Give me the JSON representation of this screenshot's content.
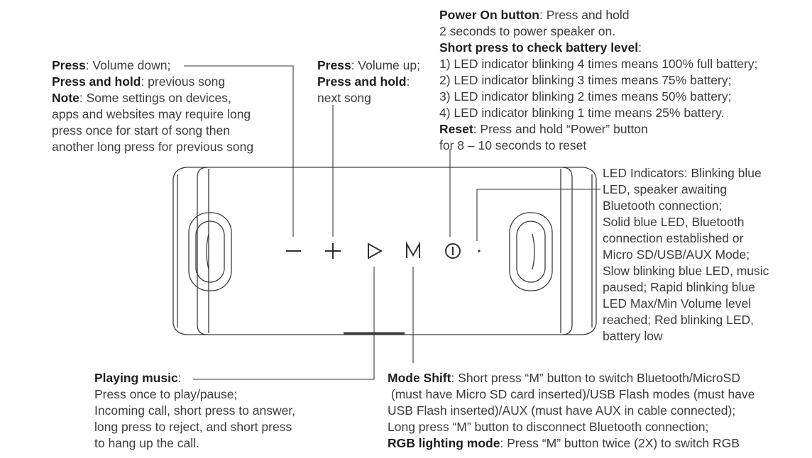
{
  "volume_down": {
    "press_label": "Press",
    "press_text": ": Volume down;",
    "hold_label": "Press and hold",
    "hold_text": ": previous song",
    "note_label": "Note",
    "note_text": ": Some settings on devices,",
    "note_lines": [
      "apps and websites may require long",
      "press once for start of song then",
      "another long press for previous song"
    ]
  },
  "volume_up": {
    "press_label": "Press",
    "press_text": ": Volume up;",
    "hold_label": "Press and hold",
    "hold_text": ":",
    "hold_line2": "next song"
  },
  "power": {
    "title": "Power On button",
    "title_text": ":  Press and hold",
    "line2": "2 seconds to power speaker on.",
    "battery_title": "Short press to check battery level",
    "battery_title_text": ":",
    "battery_lines": [
      "1) LED indicator blinking 4 times means 100% full battery;",
      "2) LED indicator blinking 3 times means 75% battery;",
      "3) LED indicator blinking 2 times means 50% battery;",
      "4) LED indicator blinking 1 time means 25% battery."
    ],
    "reset_label": "Reset",
    "reset_text": ": Press and hold “Power” button",
    "reset_line2": "for 8 – 10 seconds to reset"
  },
  "led": {
    "lines": [
      "LED Indicators: Blinking blue",
      "LED, speaker awaiting",
      "Bluetooth connection;",
      "Solid blue LED, Bluetooth",
      "connection established or",
      "Micro SD/USB/AUX Mode;",
      "Slow blinking blue LED, music",
      "paused; Rapid blinking blue",
      "LED Max/Min Volume level",
      "reached; Red blinking LED,",
      "battery low"
    ]
  },
  "play": {
    "title": "Playing music",
    "title_text": ":",
    "lines": [
      "Press once to play/pause;",
      "Incoming call, short press to answer,",
      "long press to reject, and short press",
      "to hang up the call."
    ]
  },
  "mode": {
    "title": "Mode Shift",
    "title_text": ": Short press “M” button to switch Bluetooth/MicroSD",
    "lines": [
      " (must have Micro SD card inserted)/USB Flash modes (must have",
      "USB Flash inserted)/AUX (must have AUX in cable connected);",
      "Long press “M” button to disconnect Bluetooth connection;"
    ],
    "rgb_label": "RGB lighting mode",
    "rgb_text": ": Press “M” button twice (2X) to switch RGB"
  },
  "buttons": {
    "minus": "−",
    "plus": "+",
    "mode": "M"
  }
}
